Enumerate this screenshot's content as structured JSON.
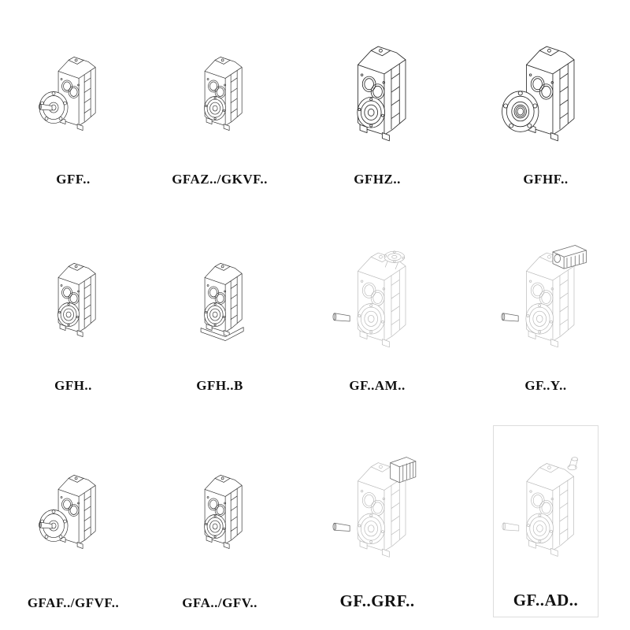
{
  "colors": {
    "ink": "#2a2a2a",
    "faint": "#b5b5b5",
    "mid": "#6a6a6a"
  },
  "items": [
    {
      "label": "GFF.."
    },
    {
      "label": "GFAZ../GKVF.."
    },
    {
      "label": "GFHZ.."
    },
    {
      "label": "GFHF.."
    },
    {
      "label": "GFH.."
    },
    {
      "label": "GFH..B"
    },
    {
      "label": "GF..AM.."
    },
    {
      "label": "GF..Y.."
    },
    {
      "label": "GFAF../GFVF.."
    },
    {
      "label": "GFA../GFV.."
    },
    {
      "label": "GF..GRF.."
    },
    {
      "label": "GF..AD.."
    }
  ]
}
